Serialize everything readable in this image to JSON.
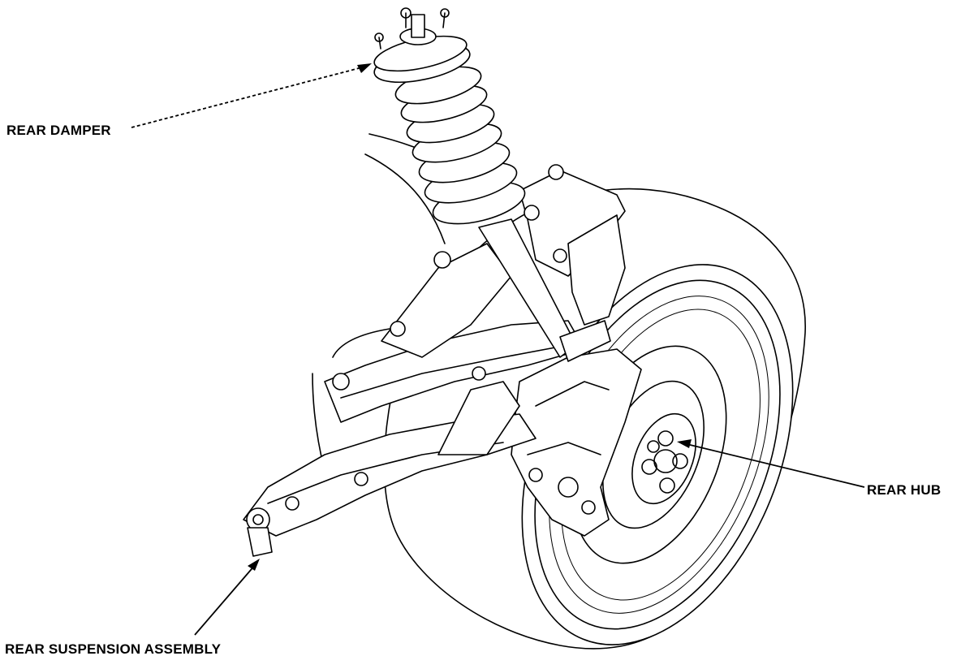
{
  "callouts": {
    "damper": "REAR DAMPER",
    "hub": "REAR HUB",
    "assembly": "REAR SUSPENSION ASSEMBLY"
  }
}
